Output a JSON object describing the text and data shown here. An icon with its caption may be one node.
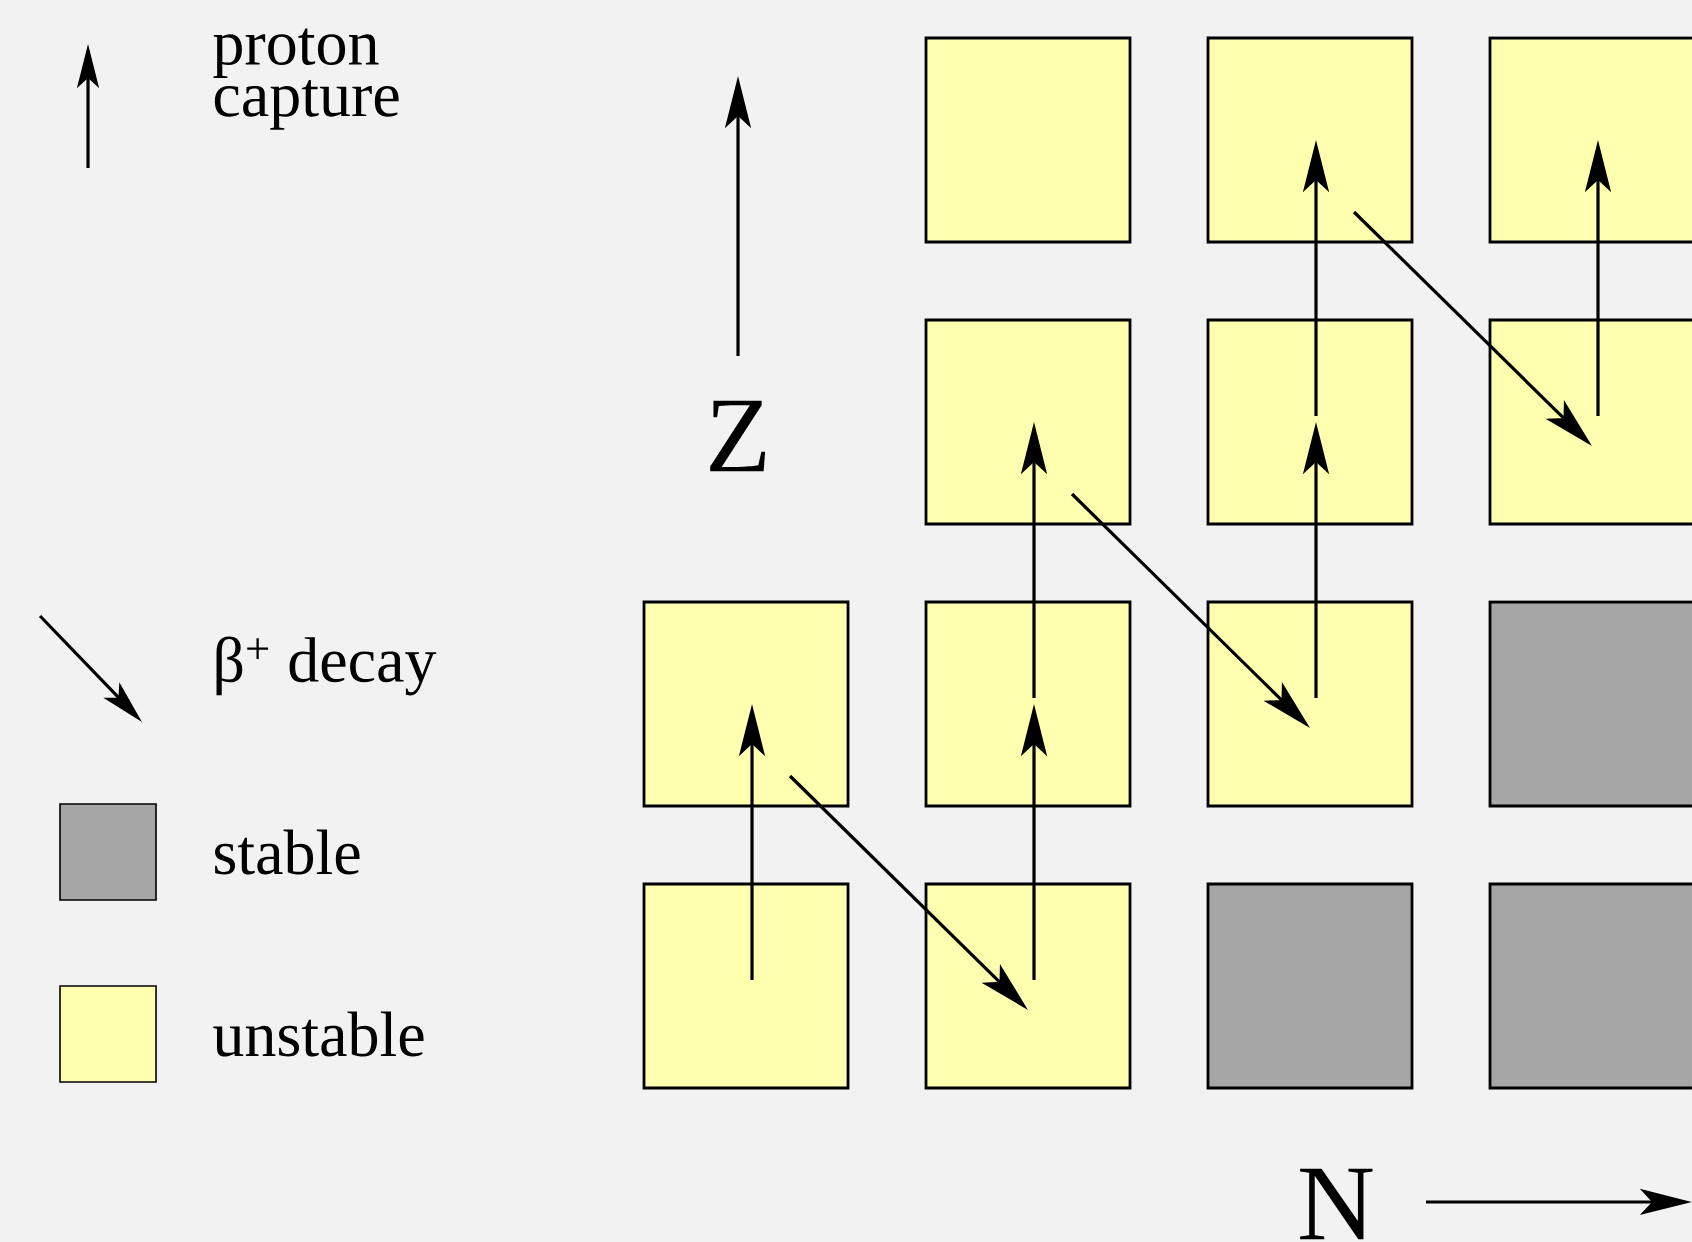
{
  "diagram": {
    "nodes": [
      {
        "text": [],
        "shape": "box"
      },
      {
        "text": [],
        "shape": "box"
      },
      {
        "text": [],
        "shape": "box"
      },
      {
        "text": [],
        "shape": "box"
      },
      {
        "text": [],
        "shape": "box"
      },
      {
        "text": [],
        "shape": "box"
      },
      {
        "text": [],
        "shape": "box"
      },
      {
        "text": [],
        "shape": "box"
      },
      {
        "text": [],
        "shape": "box"
      },
      {
        "text": [],
        "shape": "box"
      },
      {
        "text": [],
        "shape": "box"
      },
      {
        "text": [],
        "shape": "box"
      },
      {
        "text": [],
        "shape": "box"
      },
      {
        "text": [],
        "shape": "box"
      }
    ],
    "edges": [
      {
        "from": 10,
        "to": 6,
        "arrow": "to"
      },
      {
        "from": 6,
        "to": 11,
        "arrow": "to"
      },
      {
        "from": 11,
        "to": 7,
        "arrow": "to"
      },
      {
        "from": 7,
        "to": 3,
        "arrow": "to"
      },
      {
        "from": 3,
        "to": 8,
        "arrow": "to"
      },
      {
        "from": 8,
        "to": 4,
        "arrow": "to"
      },
      {
        "from": 4,
        "to": 1,
        "arrow": "to"
      },
      {
        "from": 1,
        "to": 5,
        "arrow": "to"
      },
      {
        "from": 5,
        "to": 2,
        "arrow": "to"
      }
    ],
    "labels": [
      "Z",
      "N"
    ],
    "legend": [
      {
        "text": "proton capture"
      },
      {
        "text": "β$^{+}$ decay"
      },
      {
        "text": "stable",
        "color": "#a6a6a6"
      },
      {
        "text": "unstable",
        "color": "#ffffb0"
      }
    ]
  }
}
